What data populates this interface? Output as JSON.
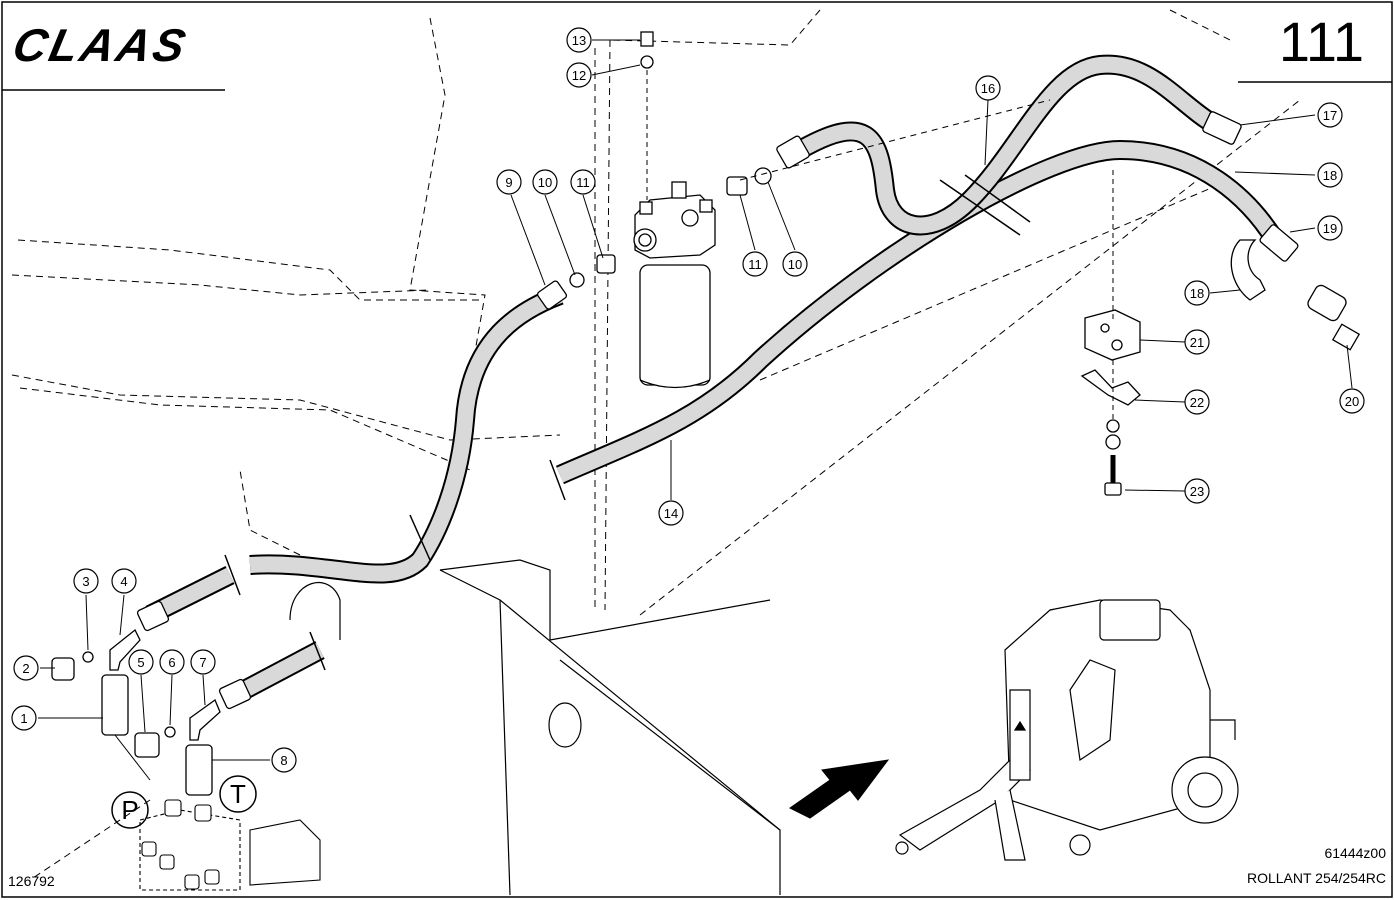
{
  "header": {
    "brand": "CLAAS",
    "page_number": "111"
  },
  "footer": {
    "drawing_code_left": "126792",
    "drawing_code_right": "61444z00",
    "model": "ROLLANT 254/254RC"
  },
  "callouts": [
    "1",
    "2",
    "3",
    "4",
    "5",
    "6",
    "7",
    "8",
    "9",
    "10",
    "10",
    "11",
    "11",
    "12",
    "13",
    "14",
    "16",
    "17",
    "18",
    "18",
    "19",
    "20",
    "21",
    "22",
    "23"
  ],
  "ports": {
    "pressure": "P",
    "tank": "T"
  },
  "colors": {
    "line": "#000000",
    "background": "#ffffff"
  }
}
